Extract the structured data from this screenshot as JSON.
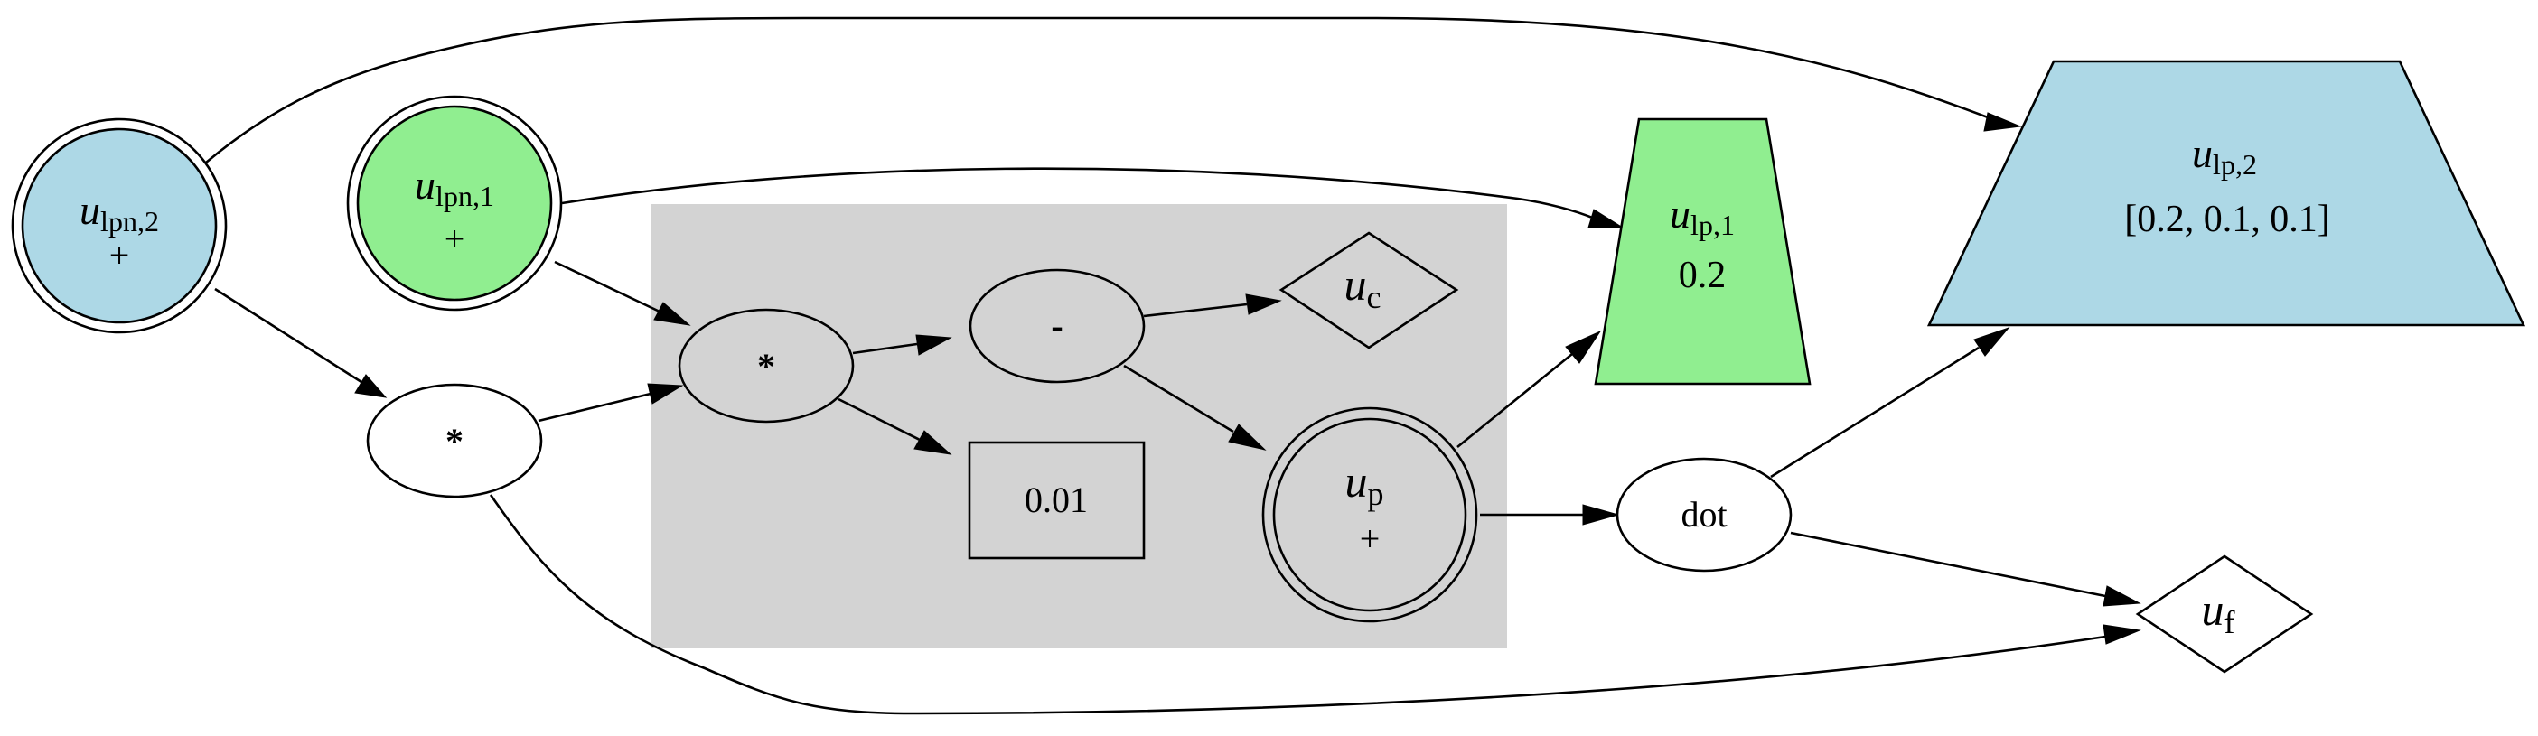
{
  "graph": {
    "colors": {
      "cluster_fill": "#d3d3d3",
      "green": "#90ee90",
      "blue": "#add8e6",
      "white": "#ffffff",
      "stroke": "#000000"
    },
    "nodes": {
      "ulpn2": {
        "var": "u",
        "sub": "lpn,2",
        "op": "+"
      },
      "ulpn1": {
        "var": "u",
        "sub": "lpn,1",
        "op": "+"
      },
      "mul_left": {
        "label": "*"
      },
      "mul_mid": {
        "label": "*"
      },
      "minus": {
        "label": "-"
      },
      "const": {
        "label": "0.01"
      },
      "uc": {
        "var": "u",
        "sub": "c"
      },
      "up": {
        "var": "u",
        "sub": "p",
        "op": "+"
      },
      "dot": {
        "label": "dot"
      },
      "ulp1": {
        "var": "u",
        "sub": "lp,1",
        "value": "0.2"
      },
      "ulp2": {
        "var": "u",
        "sub": "lp,2",
        "value": "[0.2, 0.1, 0.1]"
      },
      "uf": {
        "var": "u",
        "sub": "f"
      }
    }
  }
}
